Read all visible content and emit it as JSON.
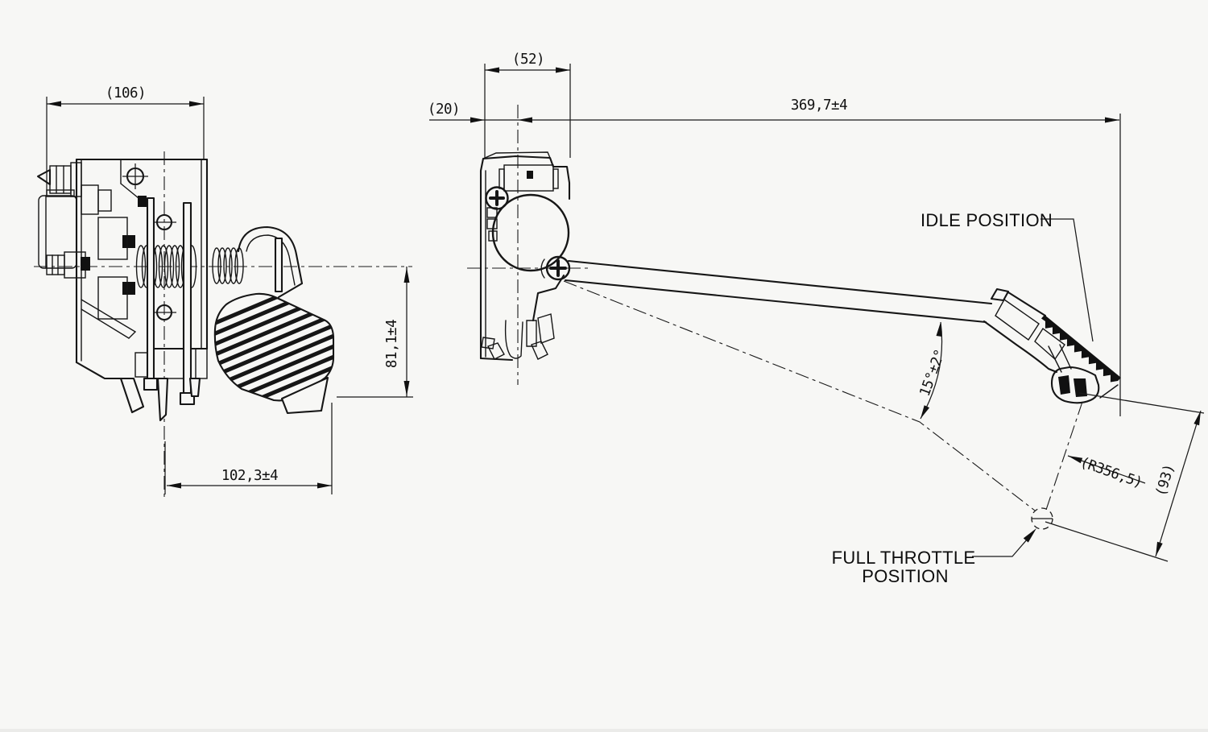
{
  "colors": {
    "background": "#f7f7f5",
    "ink": "#111111"
  },
  "front_view": {
    "dim_overall_width": "(106)",
    "dim_pedal_height": "81,1±4",
    "dim_pedal_width": "102,3±4"
  },
  "side_view": {
    "dim_bracket_depth": "(52)",
    "dim_pivot_offset": "(20)",
    "dim_pedal_reach": "369,7±4",
    "dim_travel_angle": "15°±2°",
    "dim_arc_radius": "(R356,5)",
    "dim_travel_arc": "(93)",
    "label_idle": "IDLE POSITION",
    "label_full_throttle_line1": "FULL THROTTLE",
    "label_full_throttle_line2": "POSITION"
  }
}
